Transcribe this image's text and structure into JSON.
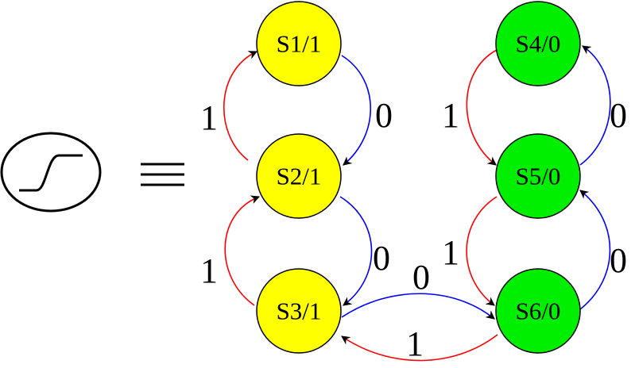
{
  "symbol": {
    "name": "sigmoid-activation",
    "equiv_sign": "≡"
  },
  "colors": {
    "yellow_state": "#FFFF00",
    "green_state": "#00EE00",
    "input_one_edge": "#FF0000",
    "input_zero_edge": "#0000FF",
    "outline": "#000000"
  },
  "states": [
    {
      "id": "s1",
      "label": "S1/1",
      "color": "yellow"
    },
    {
      "id": "s2",
      "label": "S2/1",
      "color": "yellow"
    },
    {
      "id": "s3",
      "label": "S3/1",
      "color": "yellow"
    },
    {
      "id": "s4",
      "label": "S4/0",
      "color": "green"
    },
    {
      "id": "s5",
      "label": "S5/0",
      "color": "green"
    },
    {
      "id": "s6",
      "label": "S6/0",
      "color": "green"
    }
  ],
  "transitions": [
    {
      "from": "S2",
      "to": "S1",
      "input": "1"
    },
    {
      "from": "S1",
      "to": "S2",
      "input": "0"
    },
    {
      "from": "S3",
      "to": "S2",
      "input": "1"
    },
    {
      "from": "S2",
      "to": "S3",
      "input": "0"
    },
    {
      "from": "S3",
      "to": "S6",
      "input": "0"
    },
    {
      "from": "S6",
      "to": "S3",
      "input": "1"
    },
    {
      "from": "S4",
      "to": "S5",
      "input": "1"
    },
    {
      "from": "S5",
      "to": "S4",
      "input": "0"
    },
    {
      "from": "S5",
      "to": "S6",
      "input": "1"
    },
    {
      "from": "S6",
      "to": "S5",
      "input": "0"
    }
  ]
}
